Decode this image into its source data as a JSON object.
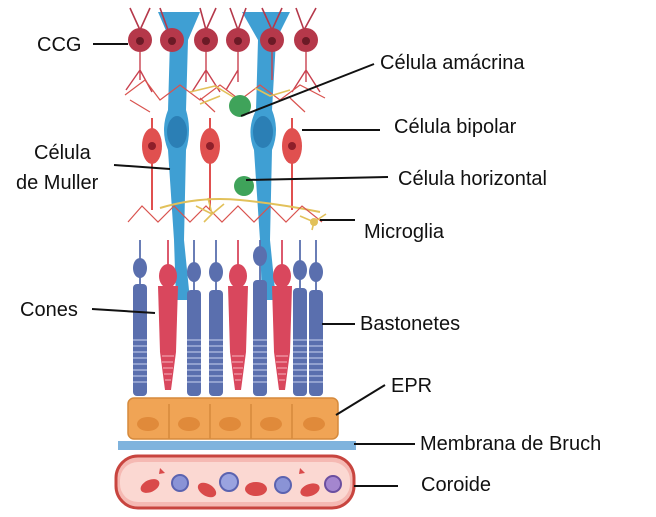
{
  "labels": {
    "ccg": "CCG",
    "amacrina": "Célula amácrina",
    "bipolar": "Célula bipolar",
    "muller_l1": "Célula",
    "muller_l2": "de Muller",
    "horizontal": "Célula horizontal",
    "microglia": "Microglia",
    "cones": "Cones",
    "bastonetes": "Bastonetes",
    "epr": "EPR",
    "bruch": "Membrana de Bruch",
    "coroide": "Coroide"
  },
  "colors": {
    "ganglion": "#b5384a",
    "muller": "#3f9fd3",
    "bipolar": "#e0504f",
    "amacrine": "#3fa35a",
    "microglia": "#e2c15a",
    "cone": "#d9475d",
    "rod": "#5a6fae",
    "epr": "#f0a455",
    "bruch": "#7fb3dd",
    "choroid": "#d94a4a"
  }
}
